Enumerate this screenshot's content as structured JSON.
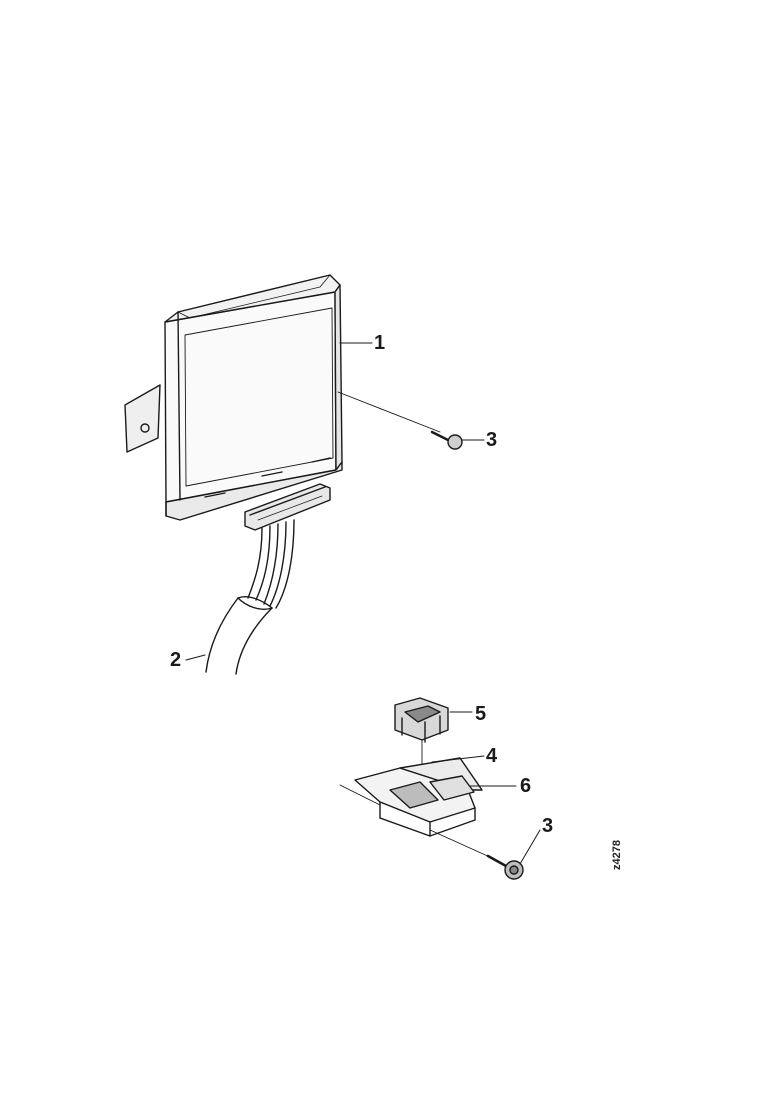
{
  "diagram": {
    "callouts": {
      "c1": "1",
      "c2": "2",
      "c3a": "3",
      "c3b": "3",
      "c4": "4",
      "c5": "5",
      "c6": "6"
    },
    "reference": "z4278",
    "parts": [
      {
        "id": "control-unit",
        "label": "1"
      },
      {
        "id": "wiring-harness",
        "label": "2"
      },
      {
        "id": "screw",
        "label": "3"
      },
      {
        "id": "bracket",
        "label": "4"
      },
      {
        "id": "switch",
        "label": "5"
      },
      {
        "id": "switch-holder",
        "label": "6"
      }
    ],
    "line_color": "#1a1a1a",
    "background": "#ffffff"
  }
}
